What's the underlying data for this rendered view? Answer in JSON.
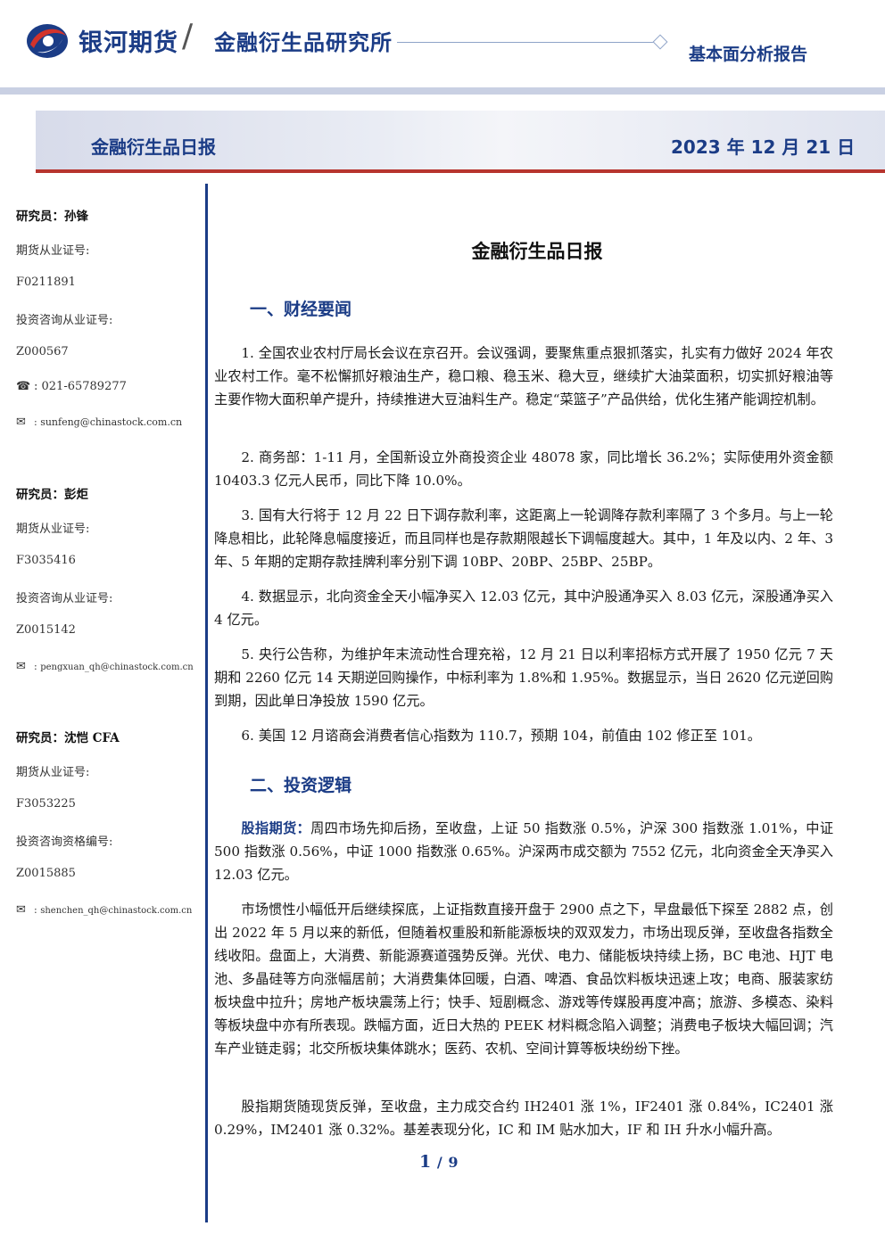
{
  "header": {
    "brand": "银河期货",
    "separator": "/",
    "institute": "金融衍生品研究所",
    "report_type": "基本面分析报告"
  },
  "title_bar": {
    "title": "金融衍生品日报",
    "date": "2023 年 12 月 21 日"
  },
  "sidebar": {
    "analysts": [
      {
        "name_label": "研究员：孙锋",
        "cert_label": "期货从业证号:",
        "cert_value": "F0211891",
        "consult_label": "投资咨询从业证号:",
        "consult_value": "Z000567",
        "phone": "021-65789277",
        "email": "sunfeng@chinastock.com.cn"
      },
      {
        "name_label": "研究员：彭炬",
        "cert_label": "期货从业证号:",
        "cert_value": "F3035416",
        "consult_label": "投资咨询从业证号:",
        "consult_value": "Z0015142",
        "email": "pengxuan_qh@chinastock.com.cn"
      },
      {
        "name_label": "研究员：沈恺  CFA",
        "cert_label": "期货从业证号:",
        "cert_value": "F3053225",
        "consult_label": "投资咨询资格编号:",
        "consult_value": "Z0015885",
        "email": "shenchen_qh@chinastock.com.cn"
      }
    ]
  },
  "main": {
    "doc_title": "金融衍生品日报",
    "section1_title": "一、财经要闻",
    "news": [
      "1. 全国农业农村厅局长会议在京召开。会议强调，要聚焦重点狠抓落实，扎实有力做好 2024 年农业农村工作。毫不松懈抓好粮油生产，稳口粮、稳玉米、稳大豆，继续扩大油菜面积，切实抓好粮油等主要作物大面积单产提升，持续推进大豆油料生产。稳定“菜篮子”产品供给，优化生猪产能调控机制。",
      "2. 商务部：1-11 月，全国新设立外商投资企业 48078 家，同比增长 36.2%；实际使用外资金额 10403.3 亿元人民币，同比下降 10.0%。",
      "3. 国有大行将于 12 月 22 日下调存款利率，这距离上一轮调降存款利率隔了 3 个多月。与上一轮降息相比，此轮降息幅度接近，而且同样也是存款期限越长下调幅度越大。其中，1 年及以内、2 年、3 年、5 年期的定期存款挂牌利率分别下调 10BP、20BP、25BP、25BP。",
      "4. 数据显示，北向资金全天小幅净买入 12.03 亿元，其中沪股通净买入 8.03 亿元，深股通净买入 4 亿元。",
      "5. 央行公告称，为维护年末流动性合理充裕，12 月 21 日以利率招标方式开展了 1950 亿元 7 天期和 2260 亿元 14 天期逆回购操作，中标利率为 1.8%和 1.95%。数据显示，当日 2620 亿元逆回购到期，因此单日净投放 1590 亿元。",
      "6. 美国 12 月谘商会消费者信心指数为 110.7，预期 104，前值由 102 修正至 101。"
    ],
    "section2_title": "二、投资逻辑",
    "logic_lead": "股指期货",
    "logic_lead_colon": "：",
    "logic_p1": "周四市场先抑后扬，至收盘，上证 50 指数涨 0.5%，沪深 300 指数涨 1.01%，中证 500 指数涨 0.56%，中证 1000 指数涨 0.65%。沪深两市成交额为 7552 亿元，北向资金全天净买入 12.03 亿元。",
    "logic_p2": "市场惯性小幅低开后继续探底，上证指数直接开盘于 2900 点之下，早盘最低下探至 2882 点，创出 2022 年 5 月以来的新低，但随着权重股和新能源板块的双双发力，市场出现反弹，至收盘各指数全线收阳。盘面上，大消费、新能源赛道强势反弹。光伏、电力、储能板块持续上扬，BC 电池、HJT 电池、多晶硅等方向涨幅居前；大消费集体回暖，白酒、啤酒、食品饮料板块迅速上攻；电商、服装家纺板块盘中拉升；房地产板块震荡上行；快手、短剧概念、游戏等传媒股再度冲高；旅游、多模态、染料等板块盘中亦有所表现。跌幅方面，近日大热的 PEEK 材料概念陷入调整；消费电子板块大幅回调；汽车产业链走弱；北交所板块集体跳水；医药、农机、空间计算等板块纷纷下挫。",
    "logic_p3": "股指期货随现货反弹，至收盘，主力成交合约 IH2401 涨 1%，IF2401 涨 0.84%，IC2401 涨 0.29%，IM2401 涨 0.32%。基差表现分化，IC 和 IM 贴水加大，IF 和 IH 升水小幅升高。"
  },
  "footer": {
    "page": "1",
    "sep": "/",
    "total": "9"
  },
  "colors": {
    "brand_blue": "#1b3c86",
    "accent_red": "#b7342e",
    "band_gray": "#c9d0e3"
  }
}
